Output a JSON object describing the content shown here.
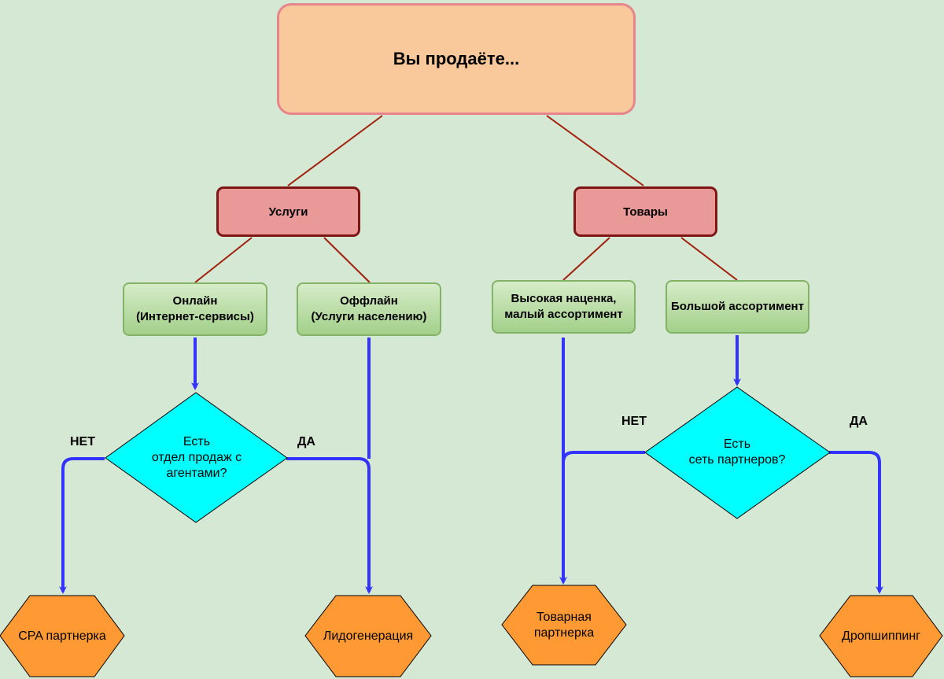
{
  "root": {
    "label": "Вы продаёте..."
  },
  "categories": {
    "services": "Услуги",
    "goods": "Товары"
  },
  "subs": {
    "online_l1": "Онлайн",
    "online_l2": "(Интернет-сервисы)",
    "offline_l1": "Оффлайн",
    "offline_l2": "(Услуги населению)",
    "highmargin_l1": "Высокая наценка,",
    "highmargin_l2": "малый ассортимент",
    "bigassort": "Большой ассортимент"
  },
  "decisions": {
    "agents_l1": "Есть",
    "agents_l2": "отдел продаж с",
    "agents_l3": "агентами?",
    "partners_l1": "Есть",
    "partners_l2": "сеть партнеров?"
  },
  "branch_labels": {
    "no": "НЕТ",
    "yes": "ДА"
  },
  "results": {
    "cpa": "CPA партнерка",
    "leadgen": "Лидогенерация",
    "goods_aff_l1": "Товарная",
    "goods_aff_l2": "партнерка",
    "dropship": "Дропшиппинг"
  },
  "colors": {
    "background": "#d5e8d4",
    "root_fill": "#f9c99c",
    "root_stroke": "#e7858c",
    "category_fill": "#ea9999",
    "category_stroke": "#7f1616",
    "sub_fill": "#b9dea3",
    "sub_stroke": "#82b366",
    "decision_fill": "#00ffff",
    "result_fill": "#ff9933",
    "tree_line": "#a0200c",
    "flow_line": "#3333ff"
  }
}
